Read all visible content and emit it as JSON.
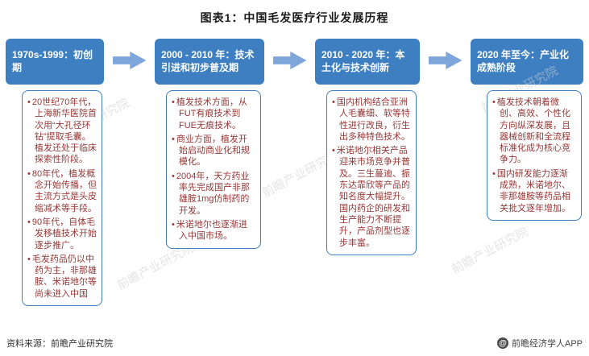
{
  "title": "图表1：中国毛发医疗行业发展历程",
  "stages": [
    {
      "header": "1970s-1999：初创期",
      "bullets": [
        "20世纪70年代，上海新华医院首次用“大孔径环钻”提取毛囊。植发还处于临床探索性阶段。",
        "80年代，植发概念开始传播，但主流方式是头皮缩减术等手段。",
        "90年代，自体毛发移植技术开始逐步推广。",
        "毛发药品仍以中药为主，非那雄胺、米诺地尔等尚未进入中国"
      ]
    },
    {
      "header": "2000 - 2010 年：技术引进和初步普及期",
      "bullets": [
        "植发技术方面，从FUT有痕技术到FUE无痕技术。",
        "商业方面，植发开始启动商业化和规模化。",
        "2004年，天方药业率先完成国产非那雄胺1mg仿制药的开发。",
        "米诺地尔也逐渐进入中国市场。"
      ]
    },
    {
      "header": "2010 - 2020 年：本土化与技术创新",
      "bullets": [
        "国内机构结合亚洲人毛囊细、软等特性进行改良，衍生出多种特色技术。",
        "米诺地尔相关产品迎来市场竞争并普及。三生蔓迪、振东达霏欣等产品的知名度大幅提升。国内药企的研发和生产能力不断提升，产品剂型也逐步丰富。"
      ]
    },
    {
      "header": "2020 年至今：产业化成熟阶段",
      "bullets": [
        "植发技术朝着微创、高效、个性化方向纵深发展，且器械创新和全流程标准化成为核心竞争力。",
        "国内研发能力逐渐成熟，米诺地尔、非那雄胺等药品相关批文逐年增加。"
      ]
    }
  ],
  "footer": {
    "source": "资料来源：前瞻产业研究院",
    "brand": "前瞻经济学人APP",
    "logo_glyph": "@"
  },
  "watermark": {
    "text": "前瞻产业研究院"
  },
  "colors": {
    "header_bg": "#3E7FC1",
    "content_border": "#3E7FC1",
    "content_text": "#953735",
    "arrow": "#7EA6DB"
  }
}
